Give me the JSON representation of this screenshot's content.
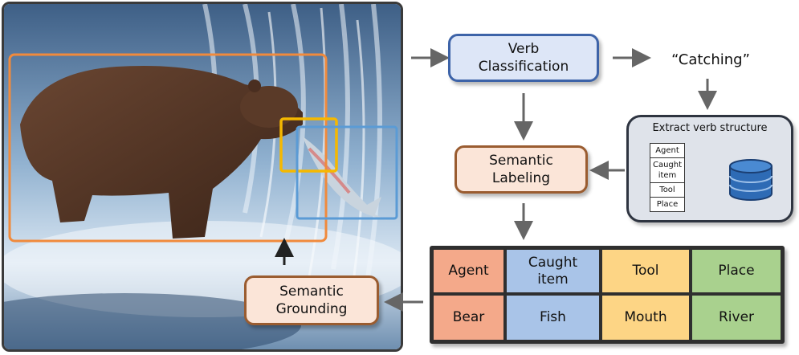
{
  "nodes": {
    "verb_classification": "Verb\nClassification",
    "catching": "“Catching”",
    "semantic_labeling": "Semantic\nLabeling",
    "semantic_grounding": "Semantic\nGrounding"
  },
  "extract": {
    "title": "Extract verb structure",
    "roles": [
      "Agent",
      "Caught\nitem",
      "Tool",
      "Place"
    ]
  },
  "table": {
    "headers": [
      "Agent",
      "Caught\nitem",
      "Tool",
      "Place"
    ],
    "values": [
      "Bear",
      "Fish",
      "Mouth",
      "River"
    ]
  },
  "colors": {
    "agent": "#f4a98a",
    "caught_item": "#a9c4e8",
    "tool": "#fdd585",
    "place": "#a9d18e",
    "box_agent_bear": "#f08a3c",
    "box_tool_mouth": "#f5b800",
    "box_caught_fish": "#5b9bd5",
    "verb_box_border": "#3d63a8",
    "label_box_border": "#9a5c30",
    "database": "#2e6bb5"
  }
}
